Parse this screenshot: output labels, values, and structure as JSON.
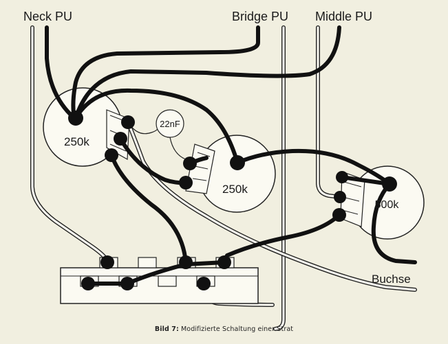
{
  "labels": {
    "neck_pu": "Neck PU",
    "bridge_pu": "Bridge PU",
    "middle_pu": "Middle PU",
    "pot_neck": "250k",
    "pot_bridge": "250k",
    "pot_master": "500k",
    "capacitor": "22nF",
    "jack": "Buchse"
  },
  "caption": {
    "prefix": "Bild 7:",
    "text": "Modifizierte Schaltung einer Strat"
  },
  "colors": {
    "background": "#f1efe0",
    "wire_black": "#111111",
    "wire_white_fill": "#f6f5ee",
    "outline": "#222222"
  }
}
